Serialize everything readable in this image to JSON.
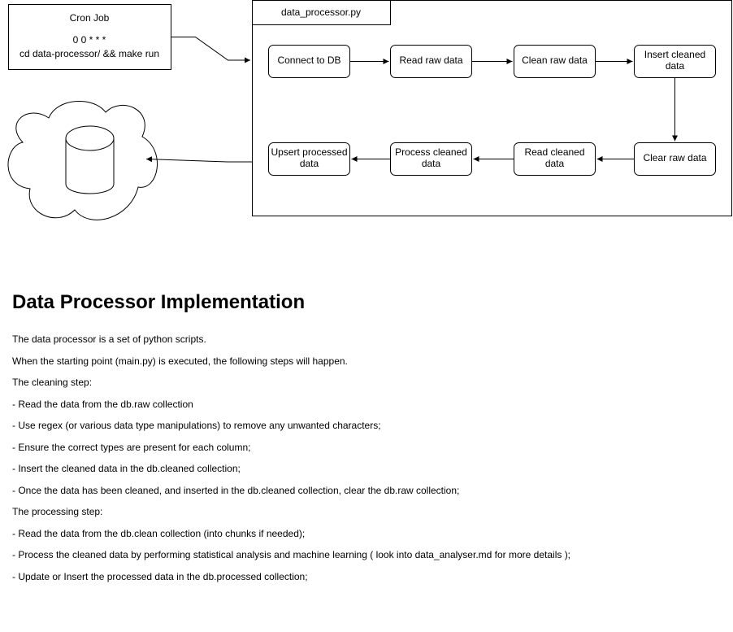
{
  "diagram": {
    "cron": {
      "title": "Cron Job",
      "schedule": "0 0 * * *",
      "command": "cd data-processor/ && make run"
    },
    "container": {
      "label": "data_processor.py"
    },
    "steps": {
      "connect": [
        "Connect to DB"
      ],
      "read_raw": [
        "Read raw data"
      ],
      "clean_raw": [
        "Clean raw data"
      ],
      "insert_cleaned": [
        "Insert cleaned",
        "data"
      ],
      "clear_raw": [
        "Clear raw data"
      ],
      "read_cleaned": [
        "Read cleaned",
        "data"
      ],
      "process_cleaned": [
        "Process cleaned",
        "data"
      ],
      "upsert_processed": [
        "Upsert processed",
        "data"
      ]
    }
  },
  "doc": {
    "heading": "Data Processor Implementation",
    "paragraphs": [
      "The data processor is a set of python scripts.",
      "When the starting point (main.py) is executed, the following steps will happen.",
      "The cleaning step:",
      "- Read the data from the db.raw collection",
      "- Use regex (or various data type manipulations) to remove any unwanted characters;",
      "- Ensure the correct types are present for each column;",
      "- Insert the cleaned data in the db.cleaned collection;",
      "- Once the data has been cleaned, and inserted in the db.cleaned collection, clear the db.raw collection;",
      "The processing step:",
      "- Read the data from the db.clean collection (into chunks if needed);",
      "- Process the cleaned data by performing statistical analysis and machine learning ( look into data_analyser.md for more details );",
      "- Update or Insert the processed data in the db.processed collection;"
    ]
  }
}
